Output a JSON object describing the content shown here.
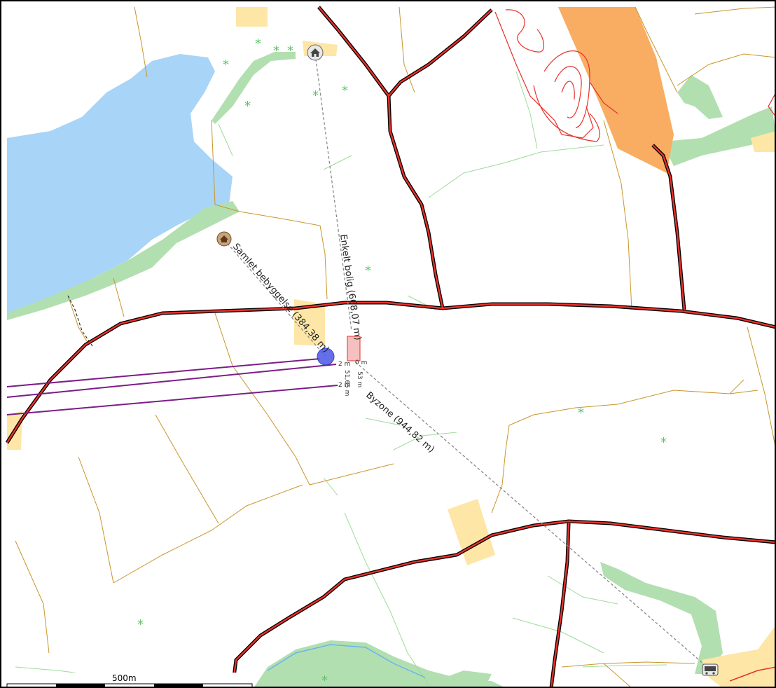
{
  "map": {
    "colors": {
      "background": "#ffffff",
      "water": "#a8d4f8",
      "forest": "#b2dfb0",
      "settlement_area": "#fde6a6",
      "industrial_area": "#f8ad62",
      "main_road_outer": "#000000",
      "main_road_inner": "#e8302a",
      "field_boundary": "#c9952a",
      "power_line": "#7b1e86",
      "measure_line": "#8a8a8a",
      "query_point": "#5560e8"
    },
    "measure_labels": {
      "samlet_bebyggelse": "Samlet bebyggelse (384,38 m)",
      "enkelt_bolig": "Enkelt bolig (668,07 m)",
      "byzone": "Byzone (944,82 m)"
    },
    "power_line_labels": [
      "2 m",
      "51,65 m",
      "53 m",
      "2 m",
      "0 m"
    ],
    "markers": [
      {
        "icon": "house-icon"
      },
      {
        "icon": "settlement-icon"
      },
      {
        "icon": "bus-icon"
      }
    ],
    "scale_bar": {
      "label": "500m",
      "segments": 5
    }
  }
}
